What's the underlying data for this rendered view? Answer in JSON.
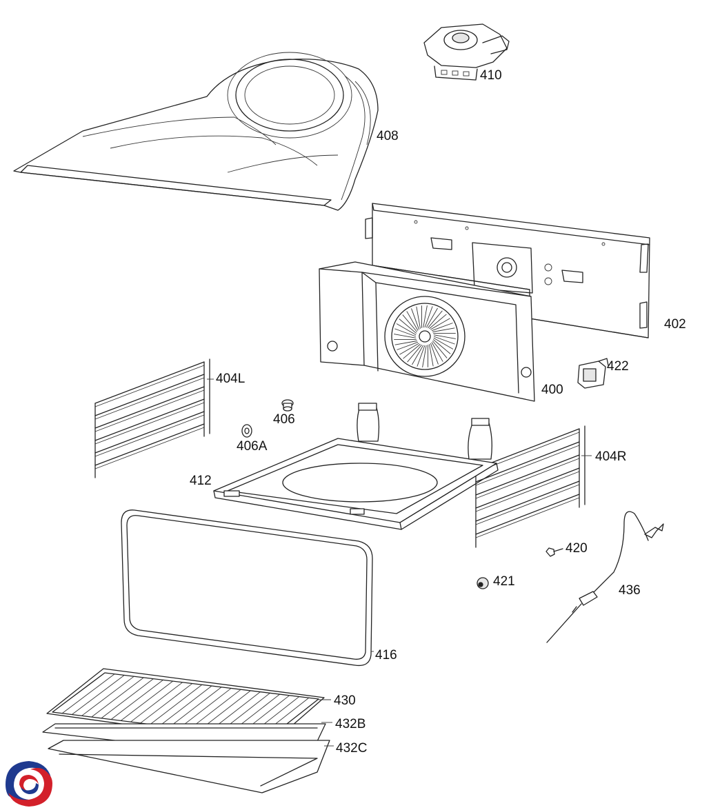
{
  "labels": {
    "p400": "400",
    "p402": "402",
    "p404L": "404L",
    "p404R": "404R",
    "p406": "406",
    "p406A": "406A",
    "p408": "408",
    "p410": "410",
    "p412": "412",
    "p416": "416",
    "p420": "420",
    "p421": "421",
    "p422": "422",
    "p430": "430",
    "p432B": "432B",
    "p432C": "432C",
    "p436": "436"
  },
  "colors": {
    "line": "#222222",
    "logo_blue": "#1f3a8f",
    "logo_red": "#d3202a"
  }
}
